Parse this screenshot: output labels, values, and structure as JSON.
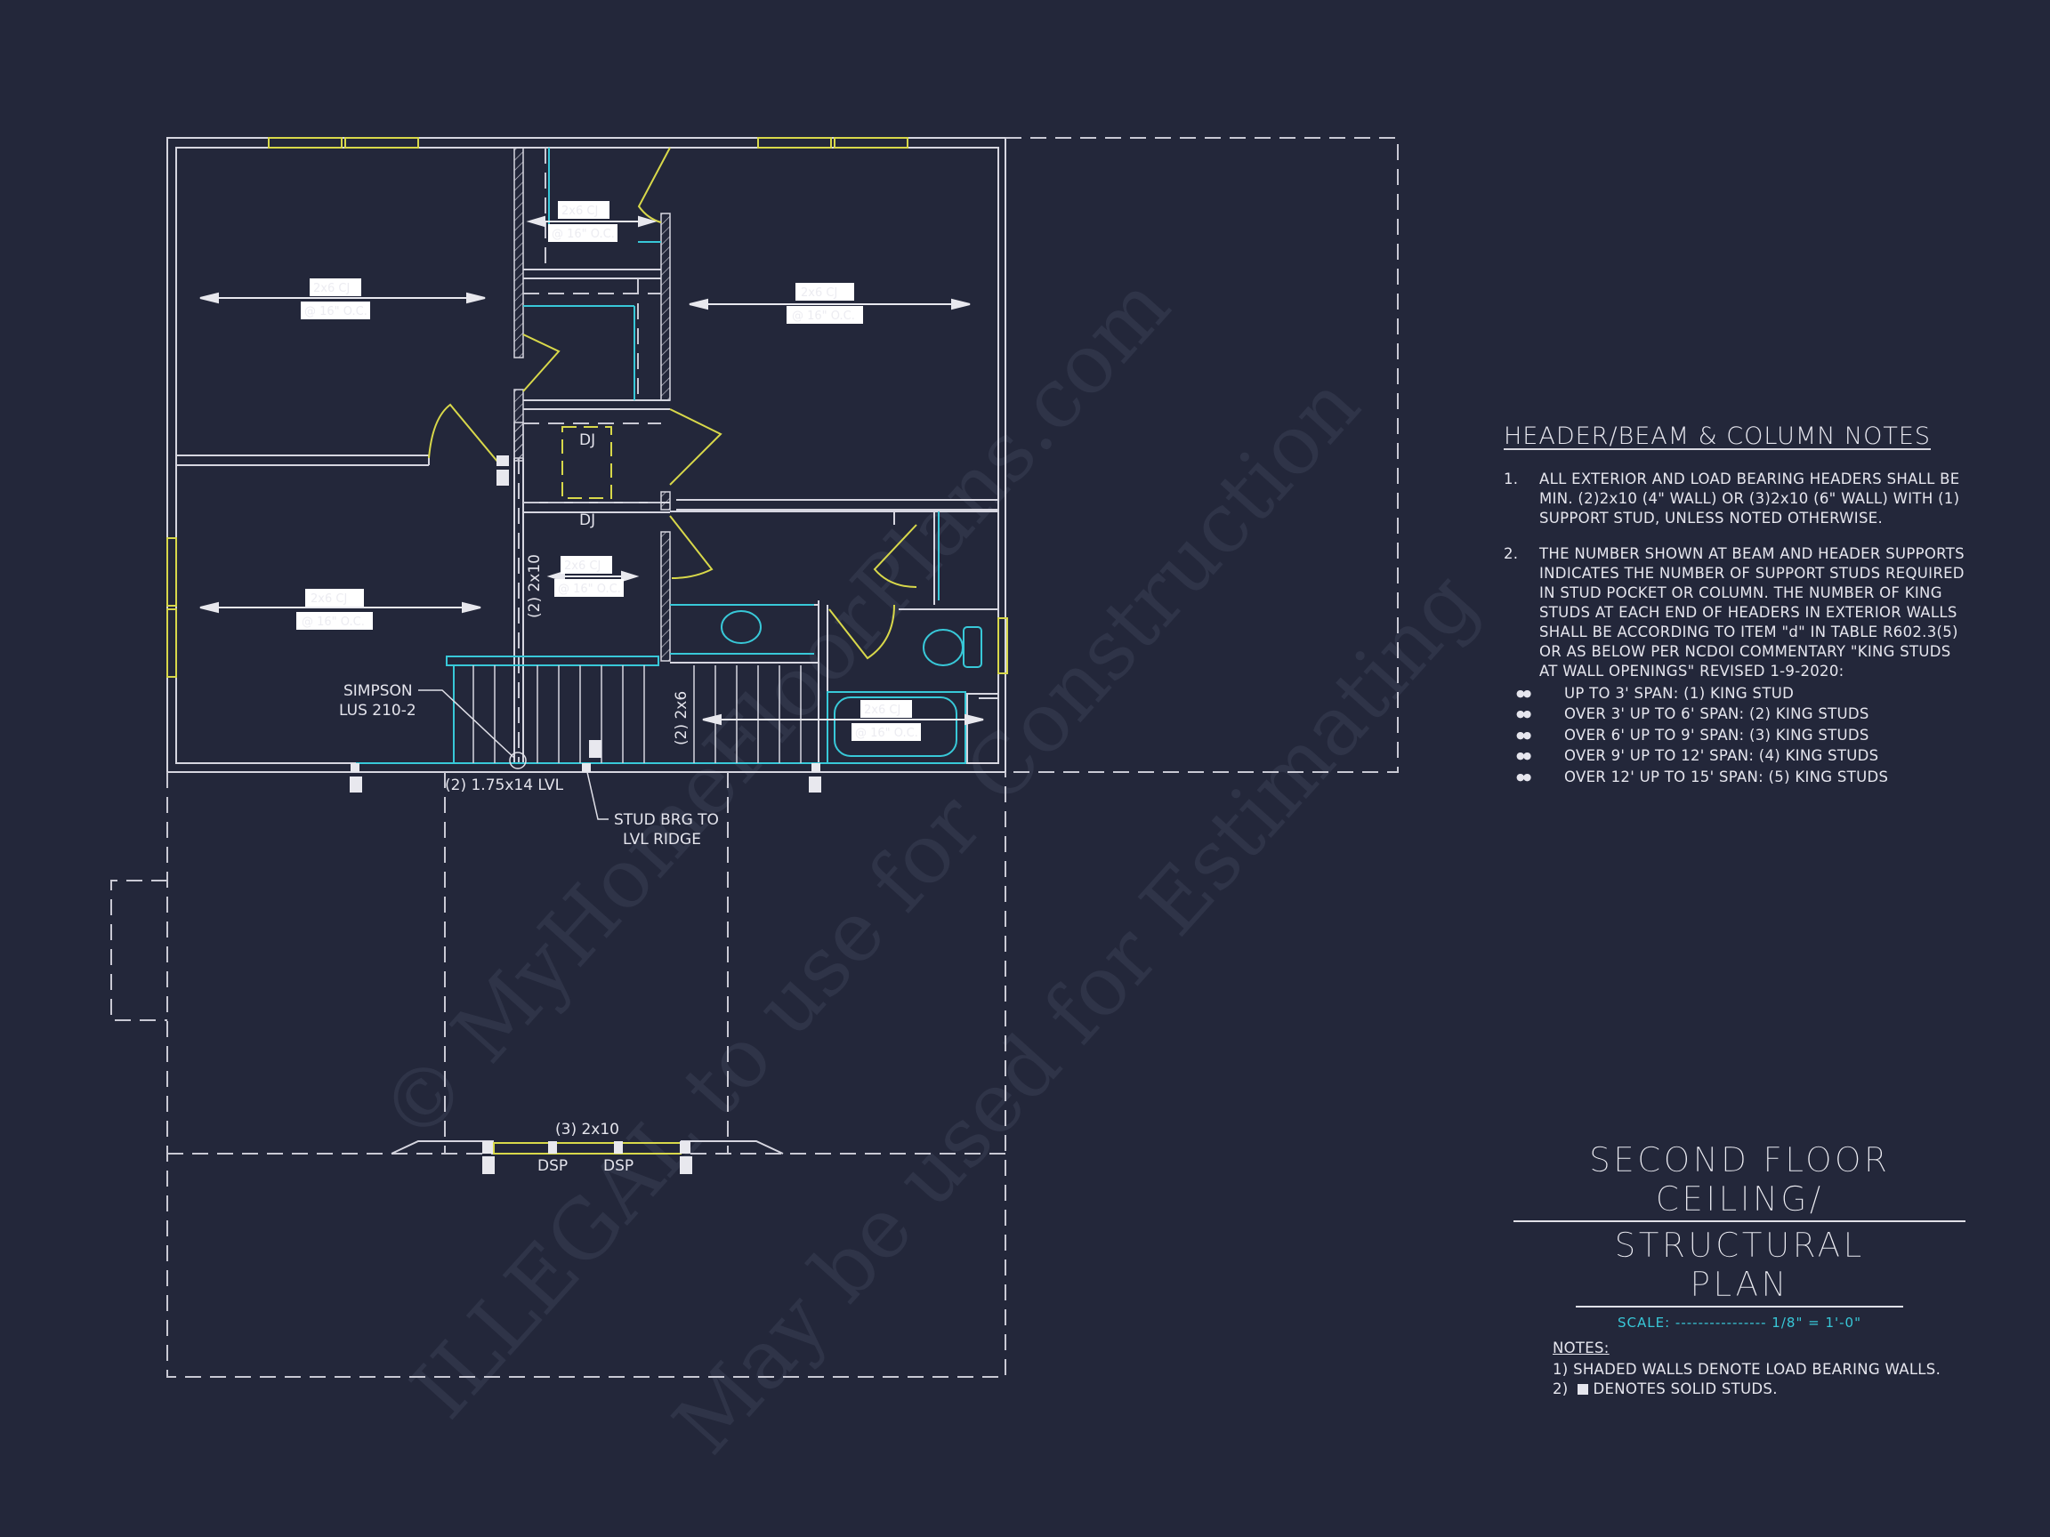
{
  "colors": {
    "background": "#23273a",
    "wall_line": "#d6d6e0",
    "window_door": "#d8d84a",
    "fixture_cyan": "#38c8d8",
    "watermark": "#2e3347",
    "label_box": "#ffffff"
  },
  "plan": {
    "joist_labels": [
      {
        "line1": "2x6 CJ",
        "line2": "@ 16\" O.C."
      },
      {
        "line1": "2x6 CJ",
        "line2": "@ 16\" O.C."
      },
      {
        "line1": "2x6 CJ",
        "line2": "@ 16\" O.C."
      },
      {
        "line1": "2x6 CJ",
        "line2": "@ 16\" O.C."
      },
      {
        "line1": "2x6 CJ",
        "line2": "@ 16\" O.C."
      },
      {
        "line1": "2x6 CJ",
        "line2": "@ 16\" O.C."
      }
    ],
    "dj_label_1": "DJ",
    "dj_label_2": "DJ",
    "beam_2x10_vertical": "(2) 2x10",
    "beam_2x6_vertical": "(2) 2x6",
    "simpson_line1": "SIMPSON",
    "simpson_line2": "LUS 210-2",
    "lvl_label": "(2) 1.75x14 LVL",
    "stud_brg_line1": "STUD BRG TO",
    "stud_brg_line2": "LVL RIDGE",
    "header_3_2x10": "(3) 2x10",
    "dsp_1": "DSP",
    "dsp_2": "DSP"
  },
  "header_notes": {
    "title": "HEADER/BEAM & COLUMN NOTES",
    "items": [
      {
        "num": "1.",
        "text": "ALL EXTERIOR AND LOAD BEARING HEADERS SHALL BE MIN. (2)2x10 (4\" WALL) OR (3)2x10 (6\" WALL) WITH (1) SUPPORT STUD, UNLESS NOTED OTHERWISE."
      },
      {
        "num": "2.",
        "text": "THE NUMBER SHOWN AT BEAM AND HEADER SUPPORTS INDICATES THE NUMBER OF SUPPORT STUDS REQUIRED IN STUD POCKET OR COLUMN. THE NUMBER OF KING STUDS AT EACH END OF HEADERS IN EXTERIOR WALLS SHALL BE ACCORDING TO ITEM \"d\" IN TABLE R602.3(5) OR AS BELOW PER NCDOI COMMENTARY \"KING STUDS AT WALL OPENINGS\" REVISED 1-9-2020:"
      }
    ],
    "span_bullet": "●●",
    "spans": [
      "UP TO 3' SPAN: (1) KING STUD",
      "OVER 3' UP TO 6' SPAN: (2) KING STUDS",
      "OVER 6' UP TO 9' SPAN: (3) KING STUDS",
      "OVER 9' UP TO 12' SPAN: (4) KING STUDS",
      "OVER 12' UP TO 15' SPAN: (5) KING STUDS"
    ]
  },
  "title_block": {
    "line1": "SECOND FLOOR CEILING/",
    "line2": "STRUCTURAL PLAN",
    "scale_label": "SCALE: ---------------- 1/8\" = 1'-0\""
  },
  "notes": {
    "header": "NOTES:",
    "item1": "1) SHADED WALLS DENOTE LOAD BEARING WALLS.",
    "item2_prefix": "2)",
    "item2_text": "DENOTES SOLID STUDS."
  },
  "watermark": {
    "line1": "© MyHomeFloorPlans.com",
    "line2": "ILLEGAL to use for Construction",
    "line3": "May be used for Estimating"
  }
}
